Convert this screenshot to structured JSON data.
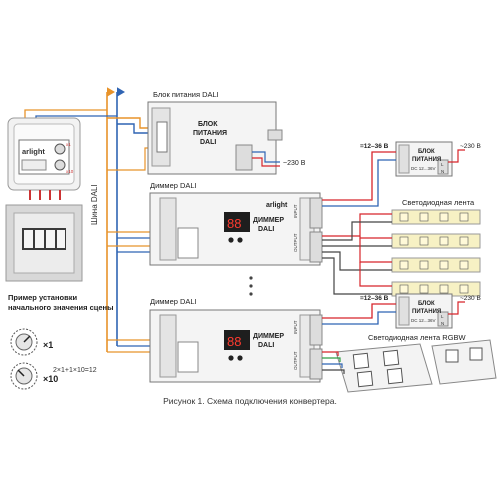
{
  "psu_dali": {
    "header": "Блок питания DALI",
    "line1": "БЛОК",
    "line2": "ПИТАНИЯ",
    "line3": "DALI",
    "mains": "~230 В"
  },
  "bus_label": "Шина DALI",
  "dimmer1": {
    "header": "Диммер DALI",
    "brand": "arlight",
    "title1": "ДИММЕР",
    "title2": "DALI",
    "input": "INPUT",
    "output": "OUTPUT"
  },
  "dimmer2": {
    "header": "Диммер DALI",
    "title1": "ДИММЕР",
    "title2": "DALI",
    "input": "INPUT",
    "output": "OUTPUT"
  },
  "psu1": {
    "voltage": "=12–36 В",
    "line1": "БЛОК",
    "line2": "ПИТАНИЯ",
    "dc": "DC 12...36V",
    "mains": "~230 В",
    "term_l": "L",
    "term_n": "N"
  },
  "psu2": {
    "voltage": "=12–36 В",
    "line1": "БЛОК",
    "line2": "ПИТАНИЯ",
    "dc": "DC 12...36V",
    "mains": "~230 В",
    "term_l": "L",
    "term_n": "N"
  },
  "led_strip": "Светодиодная лента",
  "led_strip_rgbw": "Светодиодная лента RGBW",
  "controller": {
    "brand": "arlight",
    "x1": "x1",
    "x10": "x10"
  },
  "scene_example": {
    "line1": "Пример установки",
    "line2": "начального значения сцены",
    "x1": "×1",
    "x10": "×10",
    "formula": "2×1+1×10=12"
  },
  "caption": "Рисунок 1. Схема подключения конвертера.",
  "colors": {
    "orange": "#e8932a",
    "blue": "#2f64b3",
    "red": "#d7242a",
    "green": "#2f9e44",
    "dark": "#444444"
  }
}
